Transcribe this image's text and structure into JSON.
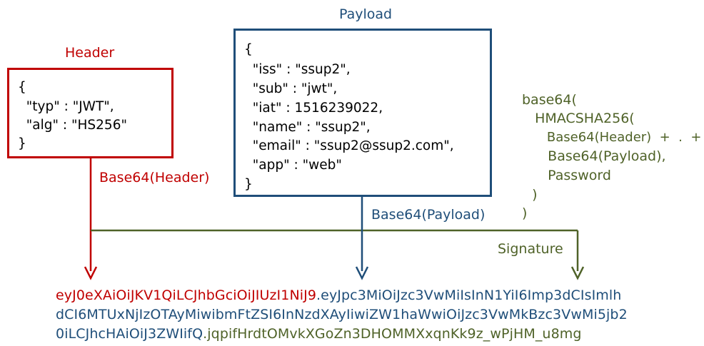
{
  "header": {
    "title": "Header",
    "lines": [
      "{",
      "  \"typ\" : \"JWT\",",
      "  \"alg\" : \"HS256\"",
      "}"
    ],
    "encode_label": "Base64(Header)"
  },
  "payload": {
    "title": "Payload",
    "lines": [
      "{",
      "  \"iss\" : \"ssup2\",",
      "  \"sub\" : \"jwt\",",
      "  \"iat\" : 1516239022,",
      "  \"name\" : \"ssup2\",",
      "  \"email\" : \"ssup2@ssup2.com\",",
      "  \"app\" : \"web\"",
      "}"
    ],
    "encode_label": "Base64(Payload)"
  },
  "signature": {
    "formula_lines": [
      "base64(",
      "  HMACSHA256(",
      "    Base64(Header)  +  .  +",
      "    Base64(Payload),",
      "    Password",
      "  )",
      ")"
    ],
    "label": "Signature"
  },
  "token": {
    "line1": {
      "header": "eyJ0eXAiOiJKV1QiLCJhbGciOiJIUzI1NiJ9",
      "dot": ".",
      "payload": "eyJpc3MiOiJzc3VwMiIsInN1YiI6Imp3dCIsImlh"
    },
    "line2": {
      "payload": "dCI6MTUxNjIzOTAyMiwibmFtZSI6InNzdXAyIiwiZW1haWwiOiJzc3VwMkBzc3VwMi5jb2"
    },
    "line3": {
      "payload": "0iLCJhcHAiOiJ3ZWIifQ",
      "dot": ".",
      "signature": "jqpifHrdtOMvkXGoZn3DHOMMXxqnKk9z_wPjHM_u8mg"
    }
  },
  "colors": {
    "header": "#c00000",
    "payload": "#1f4e79",
    "signature": "#4f6228"
  }
}
